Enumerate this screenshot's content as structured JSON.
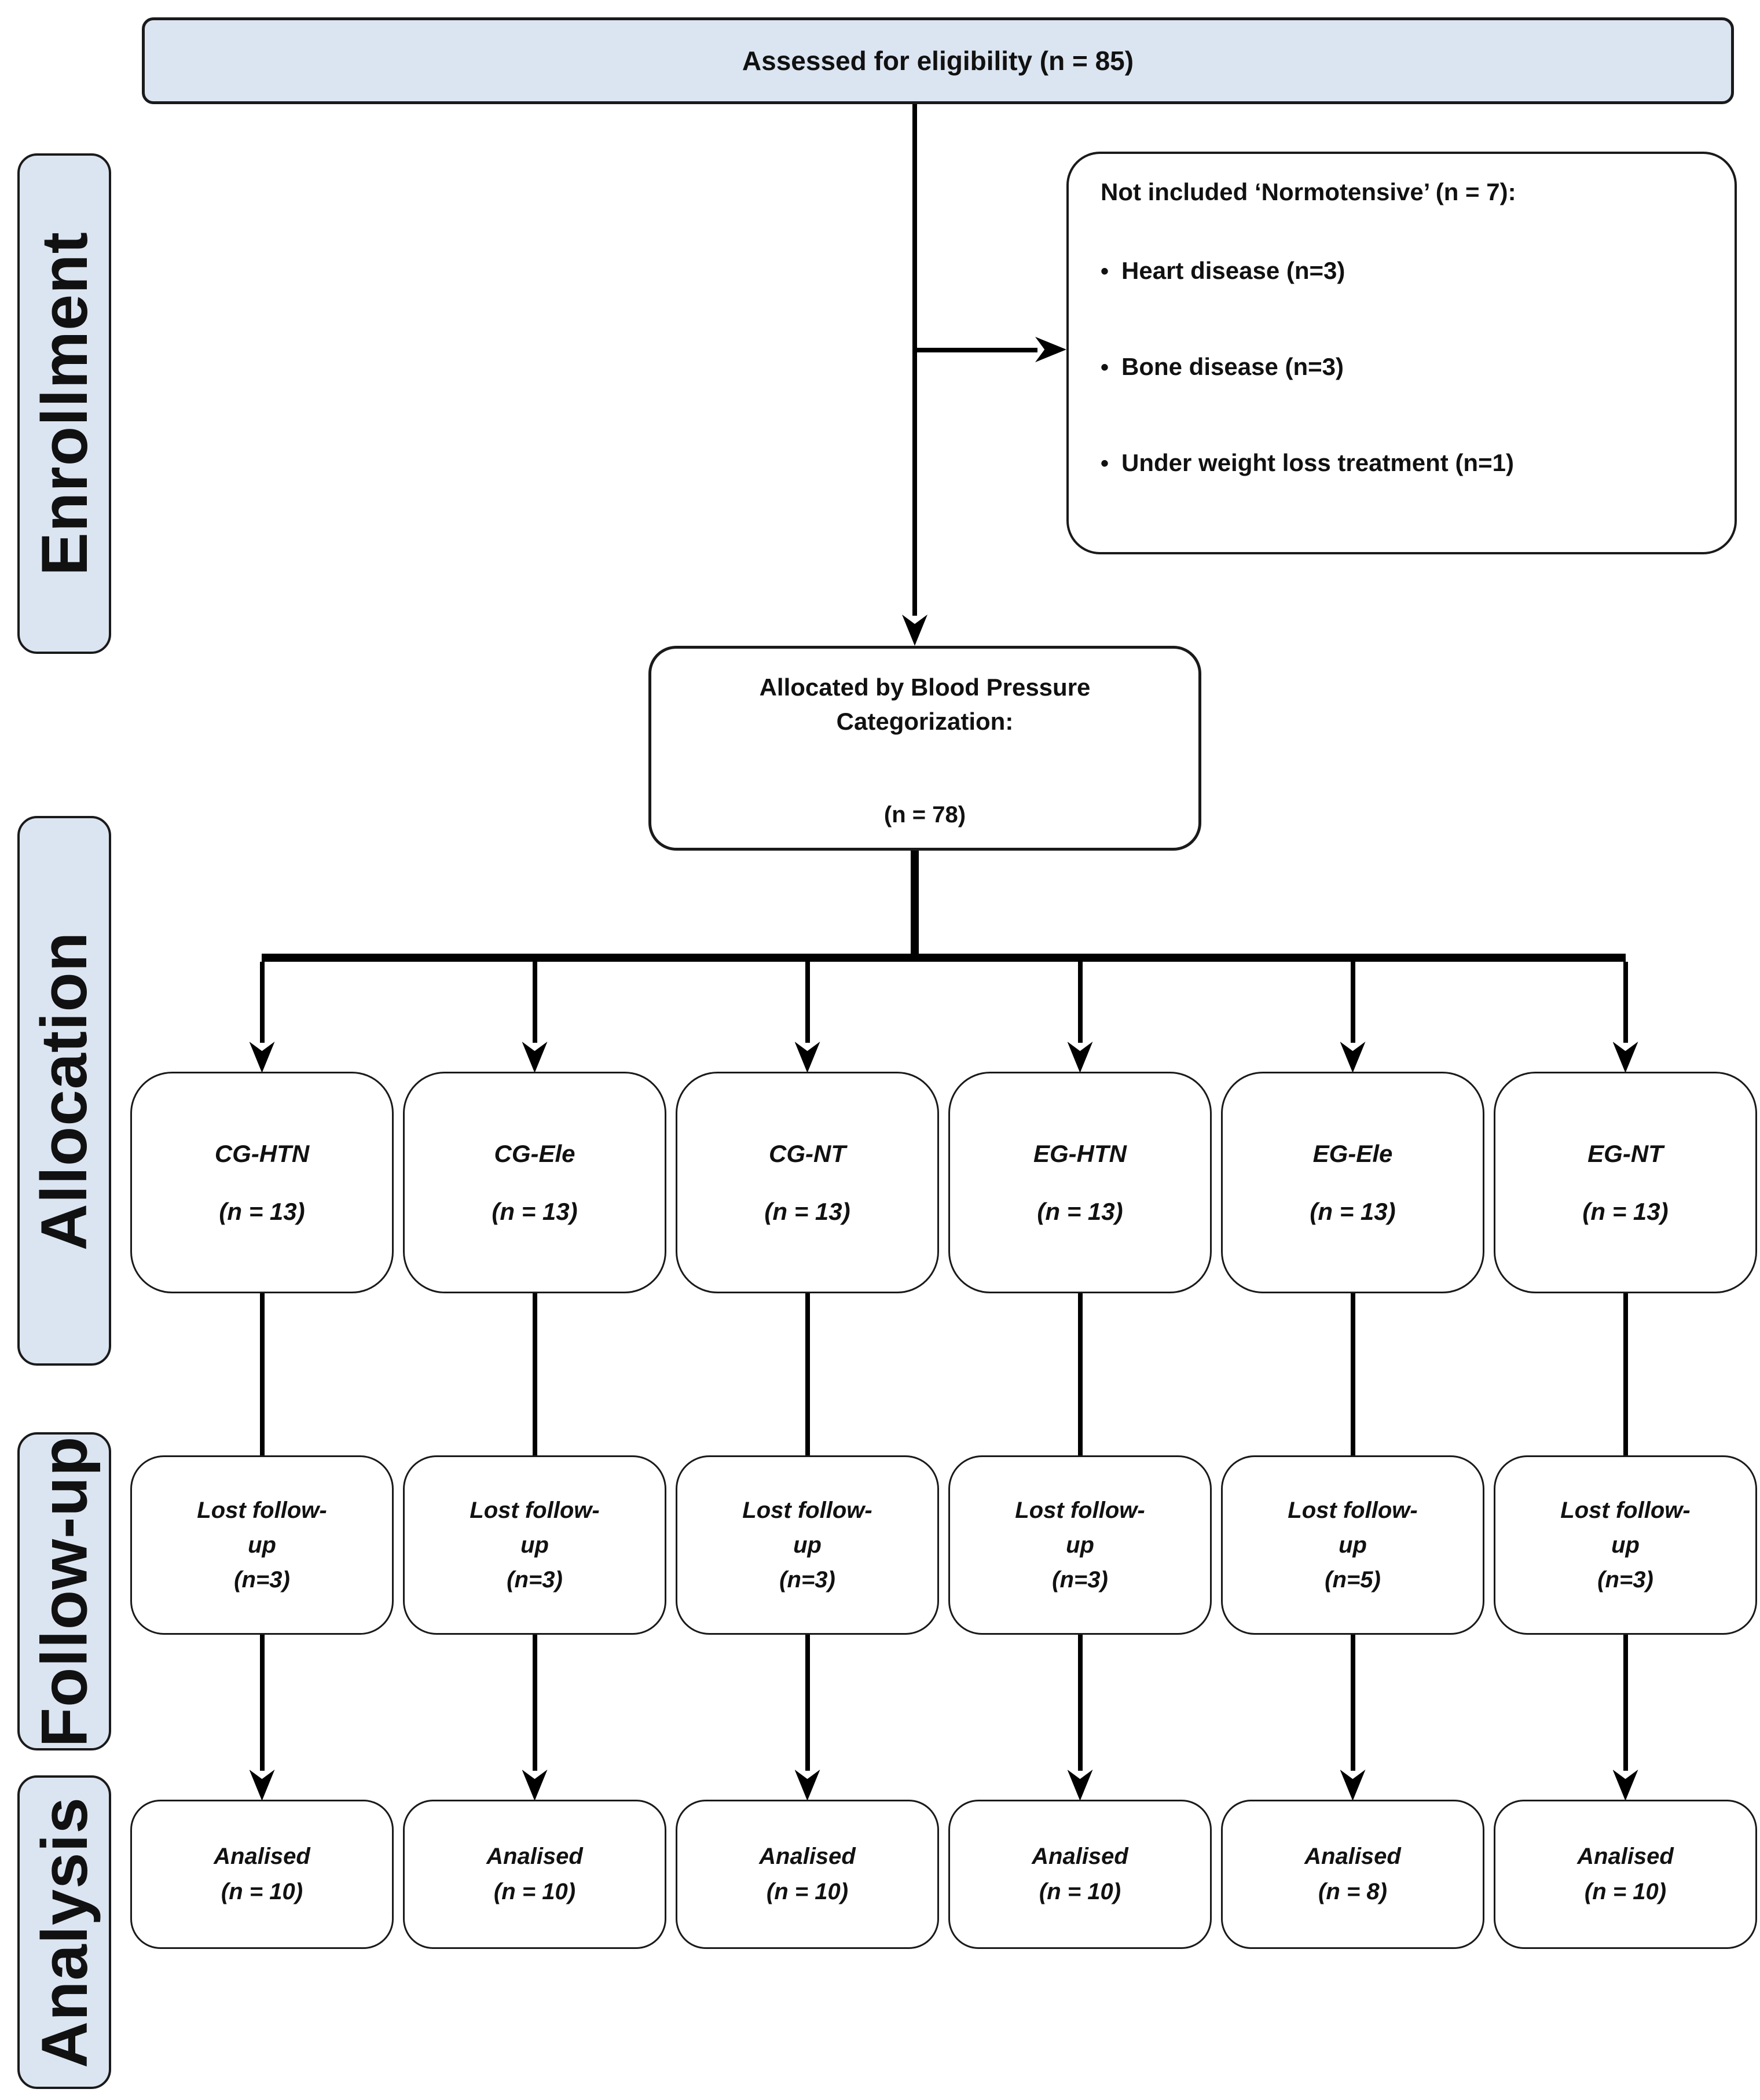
{
  "colors": {
    "section_fill": "#dbe5f1",
    "border": "#000000"
  },
  "sections": {
    "enrollment": "Enrollment",
    "allocation": "Allocation",
    "followup": "Follow-up",
    "analysis": "Analysis"
  },
  "top_box": {
    "label": "Assessed for eligibility (n = 85)"
  },
  "exclusion_box": {
    "title": "Not included ‘Normotensive’ (n = 7):",
    "bullet": "•",
    "items": [
      "Heart disease (n=3)",
      "Bone disease (n=3)",
      "Under weight loss treatment (n=1)"
    ]
  },
  "allocation_box": {
    "line1": "Allocated by Blood Pressure",
    "line2": "Categorization:",
    "n": "(n = 78)"
  },
  "followup_text": {
    "line1": "Lost follow-",
    "line2": "up"
  },
  "analysis_text": {
    "label": "Analised"
  },
  "groups": [
    {
      "name": "CG-HTN",
      "allocated_n": "(n = 13)",
      "lost_n": "(n=3)",
      "analysed_n": "(n = 10)"
    },
    {
      "name": "CG-Ele",
      "allocated_n": "(n = 13)",
      "lost_n": "(n=3)",
      "analysed_n": "(n = 10)"
    },
    {
      "name": "CG-NT",
      "allocated_n": "(n = 13)",
      "lost_n": "(n=3)",
      "analysed_n": "(n = 10)"
    },
    {
      "name": "EG-HTN",
      "allocated_n": "(n = 13)",
      "lost_n": "(n=3)",
      "analysed_n": "(n = 10)"
    },
    {
      "name": "EG-Ele",
      "allocated_n": "(n = 13)",
      "lost_n": "(n=5)",
      "analysed_n": "(n = 8)"
    },
    {
      "name": "EG-NT",
      "allocated_n": "(n = 13)",
      "lost_n": "(n=3)",
      "analysed_n": "(n = 10)"
    }
  ]
}
